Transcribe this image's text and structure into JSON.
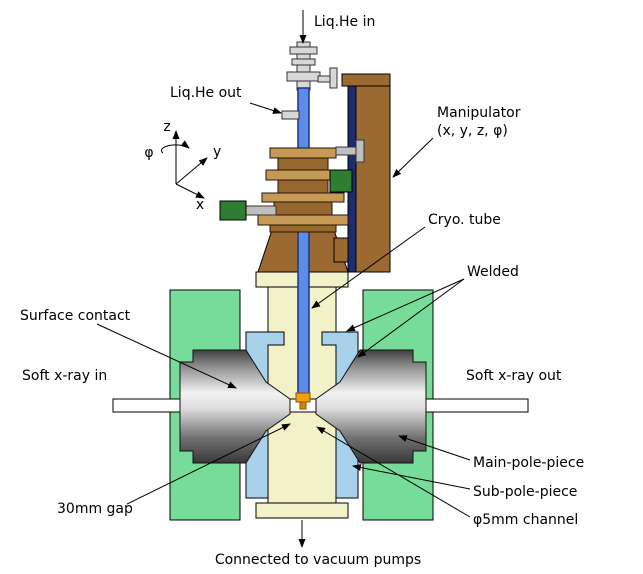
{
  "labels": {
    "liq_he_in": "Liq.He in",
    "liq_he_out": "Liq.He out",
    "manipulator_line1": "Manipulator",
    "manipulator_line2": "(x, y, z, φ)",
    "cryo_tube": "Cryo. tube",
    "welded": "Welded",
    "surface_contact": "Surface contact",
    "soft_xray_in": "Soft x-ray in",
    "soft_xray_out": "Soft x-ray out",
    "gap_30mm": "30mm gap",
    "main_pole_piece": "Main-pole-piece",
    "sub_pole_piece": "Sub-pole-piece",
    "channel_5mm": "φ5mm channel",
    "vacuum_pumps": "Connected to vacuum pumps"
  },
  "axes": {
    "z": "z",
    "y": "y",
    "x": "x",
    "phi": "φ"
  },
  "colors": {
    "magnet_yoke_green": "#77DB99",
    "sub_pole_blue": "#A8D2EC",
    "chamber_cream": "#F2F1C8",
    "cryo_tube_blue": "#5E8BE8",
    "manipulator_brown": "#9A6A32",
    "flange_tan": "#C69A56",
    "pole_piece_gray": "#DCDCDC",
    "sample_orange": "#F0A000",
    "feedthrough_green": "#2E7D32",
    "rail_navy": "#1C2C6E"
  }
}
